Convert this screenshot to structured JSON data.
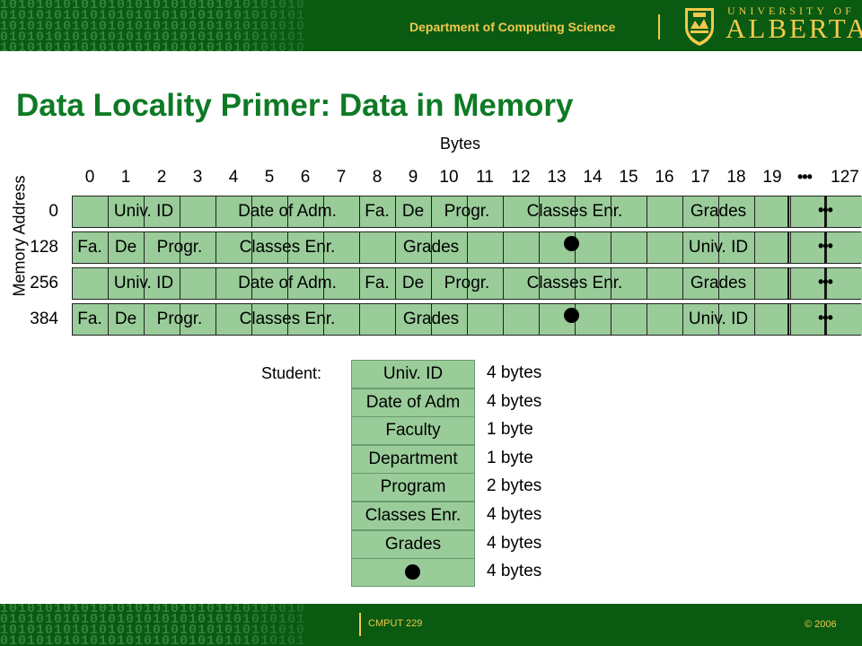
{
  "header": {
    "department": "Department of Computing Science",
    "university_top": "UNIVERSITY OF",
    "university_main": "ALBERTA",
    "binary_rows": [
      "1010101010101010101010101010101010",
      "0101010101010101010101010101010101",
      "1010101010101010101010101010101010",
      "0101010101010101010101010101010101",
      "1010101010101010101010101010101010"
    ]
  },
  "title": "Data Locality Primer: Data in Memory",
  "diagram": {
    "bytes_label": "Bytes",
    "memory_address_label": "Memory Address",
    "columns": [
      "0",
      "1",
      "2",
      "3",
      "4",
      "5",
      "6",
      "7",
      "8",
      "9",
      "10",
      "11",
      "12",
      "13",
      "14",
      "15",
      "16",
      "17",
      "18",
      "19"
    ],
    "ellipsis": "•••",
    "last_column": "127",
    "rows": [
      {
        "address": "0",
        "fields": [
          {
            "label": "Univ. ID",
            "start": 0,
            "span": 4
          },
          {
            "label": "Date of Adm.",
            "start": 4,
            "span": 4
          },
          {
            "label": "Fa.",
            "start": 8,
            "span": 1
          },
          {
            "label": "De",
            "start": 9,
            "span": 1
          },
          {
            "label": "Progr.",
            "start": 10,
            "span": 2
          },
          {
            "label": "Classes Enr.",
            "start": 12,
            "span": 4
          },
          {
            "label": "Grades",
            "start": 16,
            "span": 4
          }
        ],
        "dot_col": null
      },
      {
        "address": "128",
        "fields": [
          {
            "label": "Fa.",
            "start": 0,
            "span": 1
          },
          {
            "label": "De",
            "start": 1,
            "span": 1
          },
          {
            "label": "Progr.",
            "start": 2,
            "span": 2
          },
          {
            "label": "Classes Enr.",
            "start": 4,
            "span": 4
          },
          {
            "label": "Grades",
            "start": 8,
            "span": 4
          },
          {
            "label": "",
            "start": 12,
            "span": 4
          },
          {
            "label": "Univ. ID",
            "start": 16,
            "span": 4
          }
        ],
        "dot_col": 14
      },
      {
        "address": "256",
        "fields": [
          {
            "label": "Univ. ID",
            "start": 0,
            "span": 4
          },
          {
            "label": "Date of Adm.",
            "start": 4,
            "span": 4
          },
          {
            "label": "Fa.",
            "start": 8,
            "span": 1
          },
          {
            "label": "De",
            "start": 9,
            "span": 1
          },
          {
            "label": "Progr.",
            "start": 10,
            "span": 2
          },
          {
            "label": "Classes Enr.",
            "start": 12,
            "span": 4
          },
          {
            "label": "Grades",
            "start": 16,
            "span": 4
          }
        ],
        "dot_col": null
      },
      {
        "address": "384",
        "fields": [
          {
            "label": "Fa.",
            "start": 0,
            "span": 1
          },
          {
            "label": "De",
            "start": 1,
            "span": 1
          },
          {
            "label": "Progr.",
            "start": 2,
            "span": 2
          },
          {
            "label": "Classes Enr.",
            "start": 4,
            "span": 4
          },
          {
            "label": "Grades",
            "start": 8,
            "span": 4
          },
          {
            "label": "",
            "start": 12,
            "span": 4
          },
          {
            "label": "Univ. ID",
            "start": 16,
            "span": 4
          }
        ],
        "dot_col": 14
      }
    ]
  },
  "student": {
    "label": "Student:",
    "fields": [
      {
        "name": "Univ. ID",
        "size": "4 bytes"
      },
      {
        "name": "Date of Adm",
        "size": "4 bytes"
      },
      {
        "name": "Faculty",
        "size": "1 byte"
      },
      {
        "name": "Department",
        "size": "1 byte"
      },
      {
        "name": "Program",
        "size": "2 bytes"
      },
      {
        "name": "Classes Enr.",
        "size": "4 bytes"
      },
      {
        "name": "Grades",
        "size": "4 bytes"
      },
      {
        "name": "",
        "size": "4 bytes",
        "dot": true
      }
    ]
  },
  "footer": {
    "course": "CMPUT 229",
    "copyright": "© 2006"
  },
  "colors": {
    "header_green": "#0a5a12",
    "title_green": "#0e7a25",
    "cell_green": "#99cc99",
    "gold": "#f2c94c"
  }
}
